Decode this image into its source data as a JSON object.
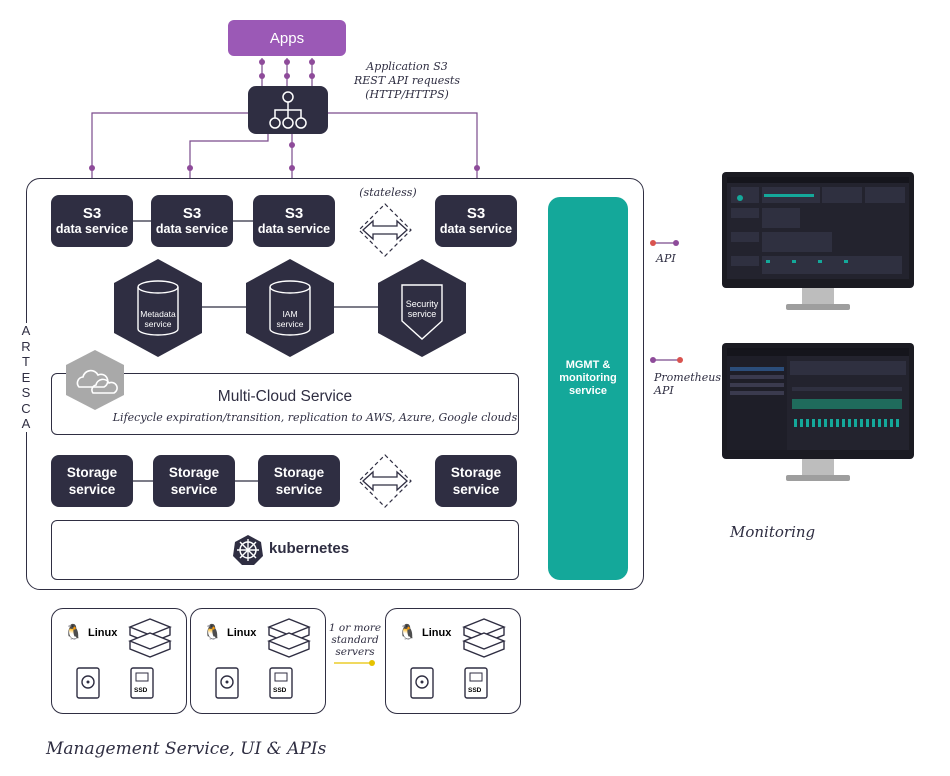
{
  "apps_label": "Apps",
  "request_note": [
    "Application S3",
    "REST API requests",
    "(HTTP/HTTPS)"
  ],
  "stateless_note": "(stateless)",
  "artesca_letters": [
    "A",
    "R",
    "T",
    "E",
    "S",
    "C",
    "A"
  ],
  "s3_services": [
    {
      "name": "S3",
      "sub": "data service"
    },
    {
      "name": "S3",
      "sub": "data service"
    },
    {
      "name": "S3",
      "sub": "data service"
    },
    {
      "name": "S3",
      "sub": "data service"
    }
  ],
  "hex_services": [
    "Metadata service",
    "IAM service",
    "Security service"
  ],
  "multicloud": {
    "title": "Multi-Cloud Service",
    "subtitle": "Lifecycle expiration/transition, replication to AWS, Azure, Google clouds"
  },
  "storage_services": [
    "Storage service",
    "Storage service",
    "Storage service",
    "Storage service"
  ],
  "kubernetes_label": "kubernetes",
  "mgmt_label": "MGMT & monitoring service",
  "api_label": "API",
  "prometheus_label": [
    "Prometheus",
    "API"
  ],
  "monitoring_label": "Monitoring",
  "servers": {
    "os_label": "Linux",
    "disk_label": "SSD",
    "more_note": [
      "1 or more",
      "standard",
      "servers"
    ]
  },
  "footer_label": "Management Service, UI & APIs",
  "colors": {
    "dark": "#2f2e42",
    "purple": "#9b59b6",
    "teal": "#14a89a",
    "connector": "#8e4b9a"
  }
}
